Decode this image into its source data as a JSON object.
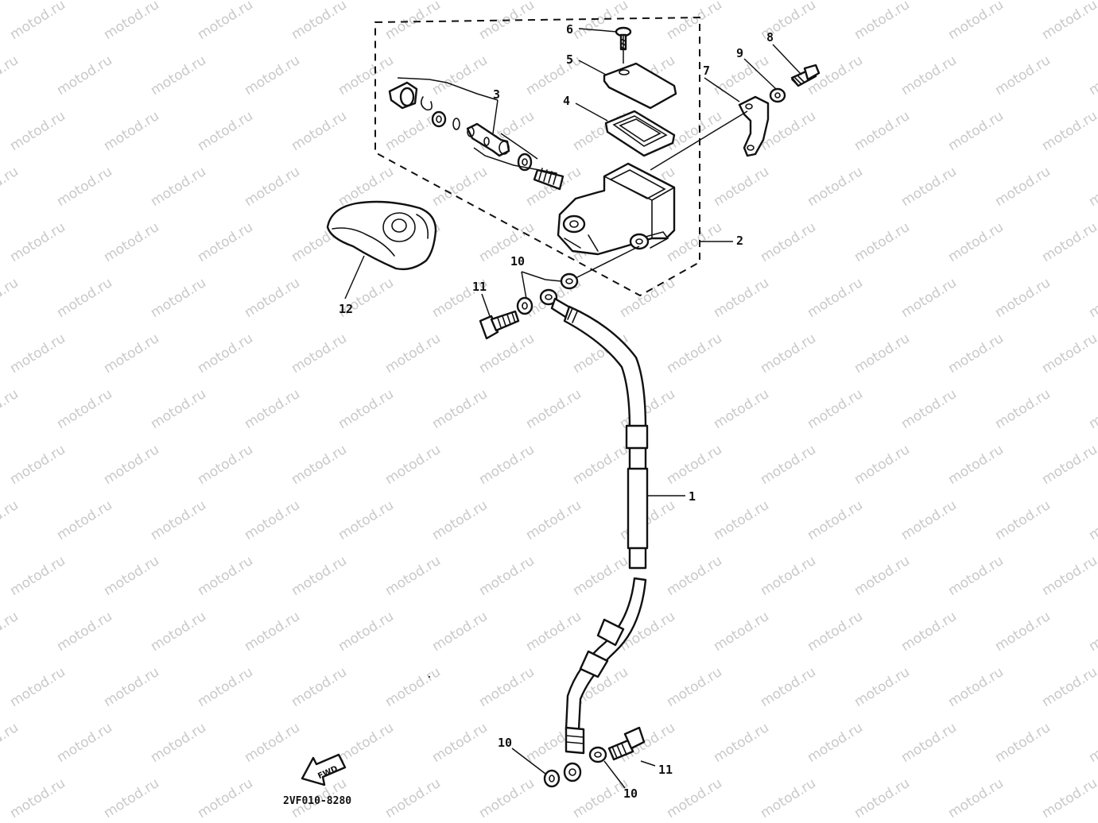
{
  "diagram": {
    "callouts": {
      "c1": "1",
      "c2": "2",
      "c3": "3",
      "c4": "4",
      "c5": "5",
      "c6": "6",
      "c7": "7",
      "c8": "8",
      "c9": "9",
      "c10a": "10",
      "c10b": "10",
      "c10c": "10",
      "c11a": "11",
      "c11b": "11",
      "c12": "12"
    },
    "fwd_label": "FWD",
    "diagram_code": "2VF010-8280"
  },
  "watermark": {
    "text": "motod.ru",
    "color": "#c9c9c9"
  },
  "colors": {
    "line": "#111111",
    "background": "#ffffff"
  }
}
